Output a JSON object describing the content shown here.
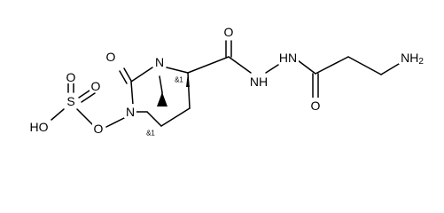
{
  "molecule": {
    "bond_color": "#000000",
    "background": "#ffffff",
    "atoms": {
      "o_carbonyl_ring": "O",
      "n_bridge": "N",
      "n_ring": "N",
      "o_n_oxy": "O",
      "s": "S",
      "o_s_top": "O",
      "o_s_right": "O",
      "ho": "HO",
      "o_amide": "O",
      "nh_1": "NH",
      "hn_2": "HN",
      "o_hydrazide": "O",
      "nh2": "NH2"
    },
    "stereo": {
      "c2": "&1",
      "c5": "&1"
    }
  }
}
